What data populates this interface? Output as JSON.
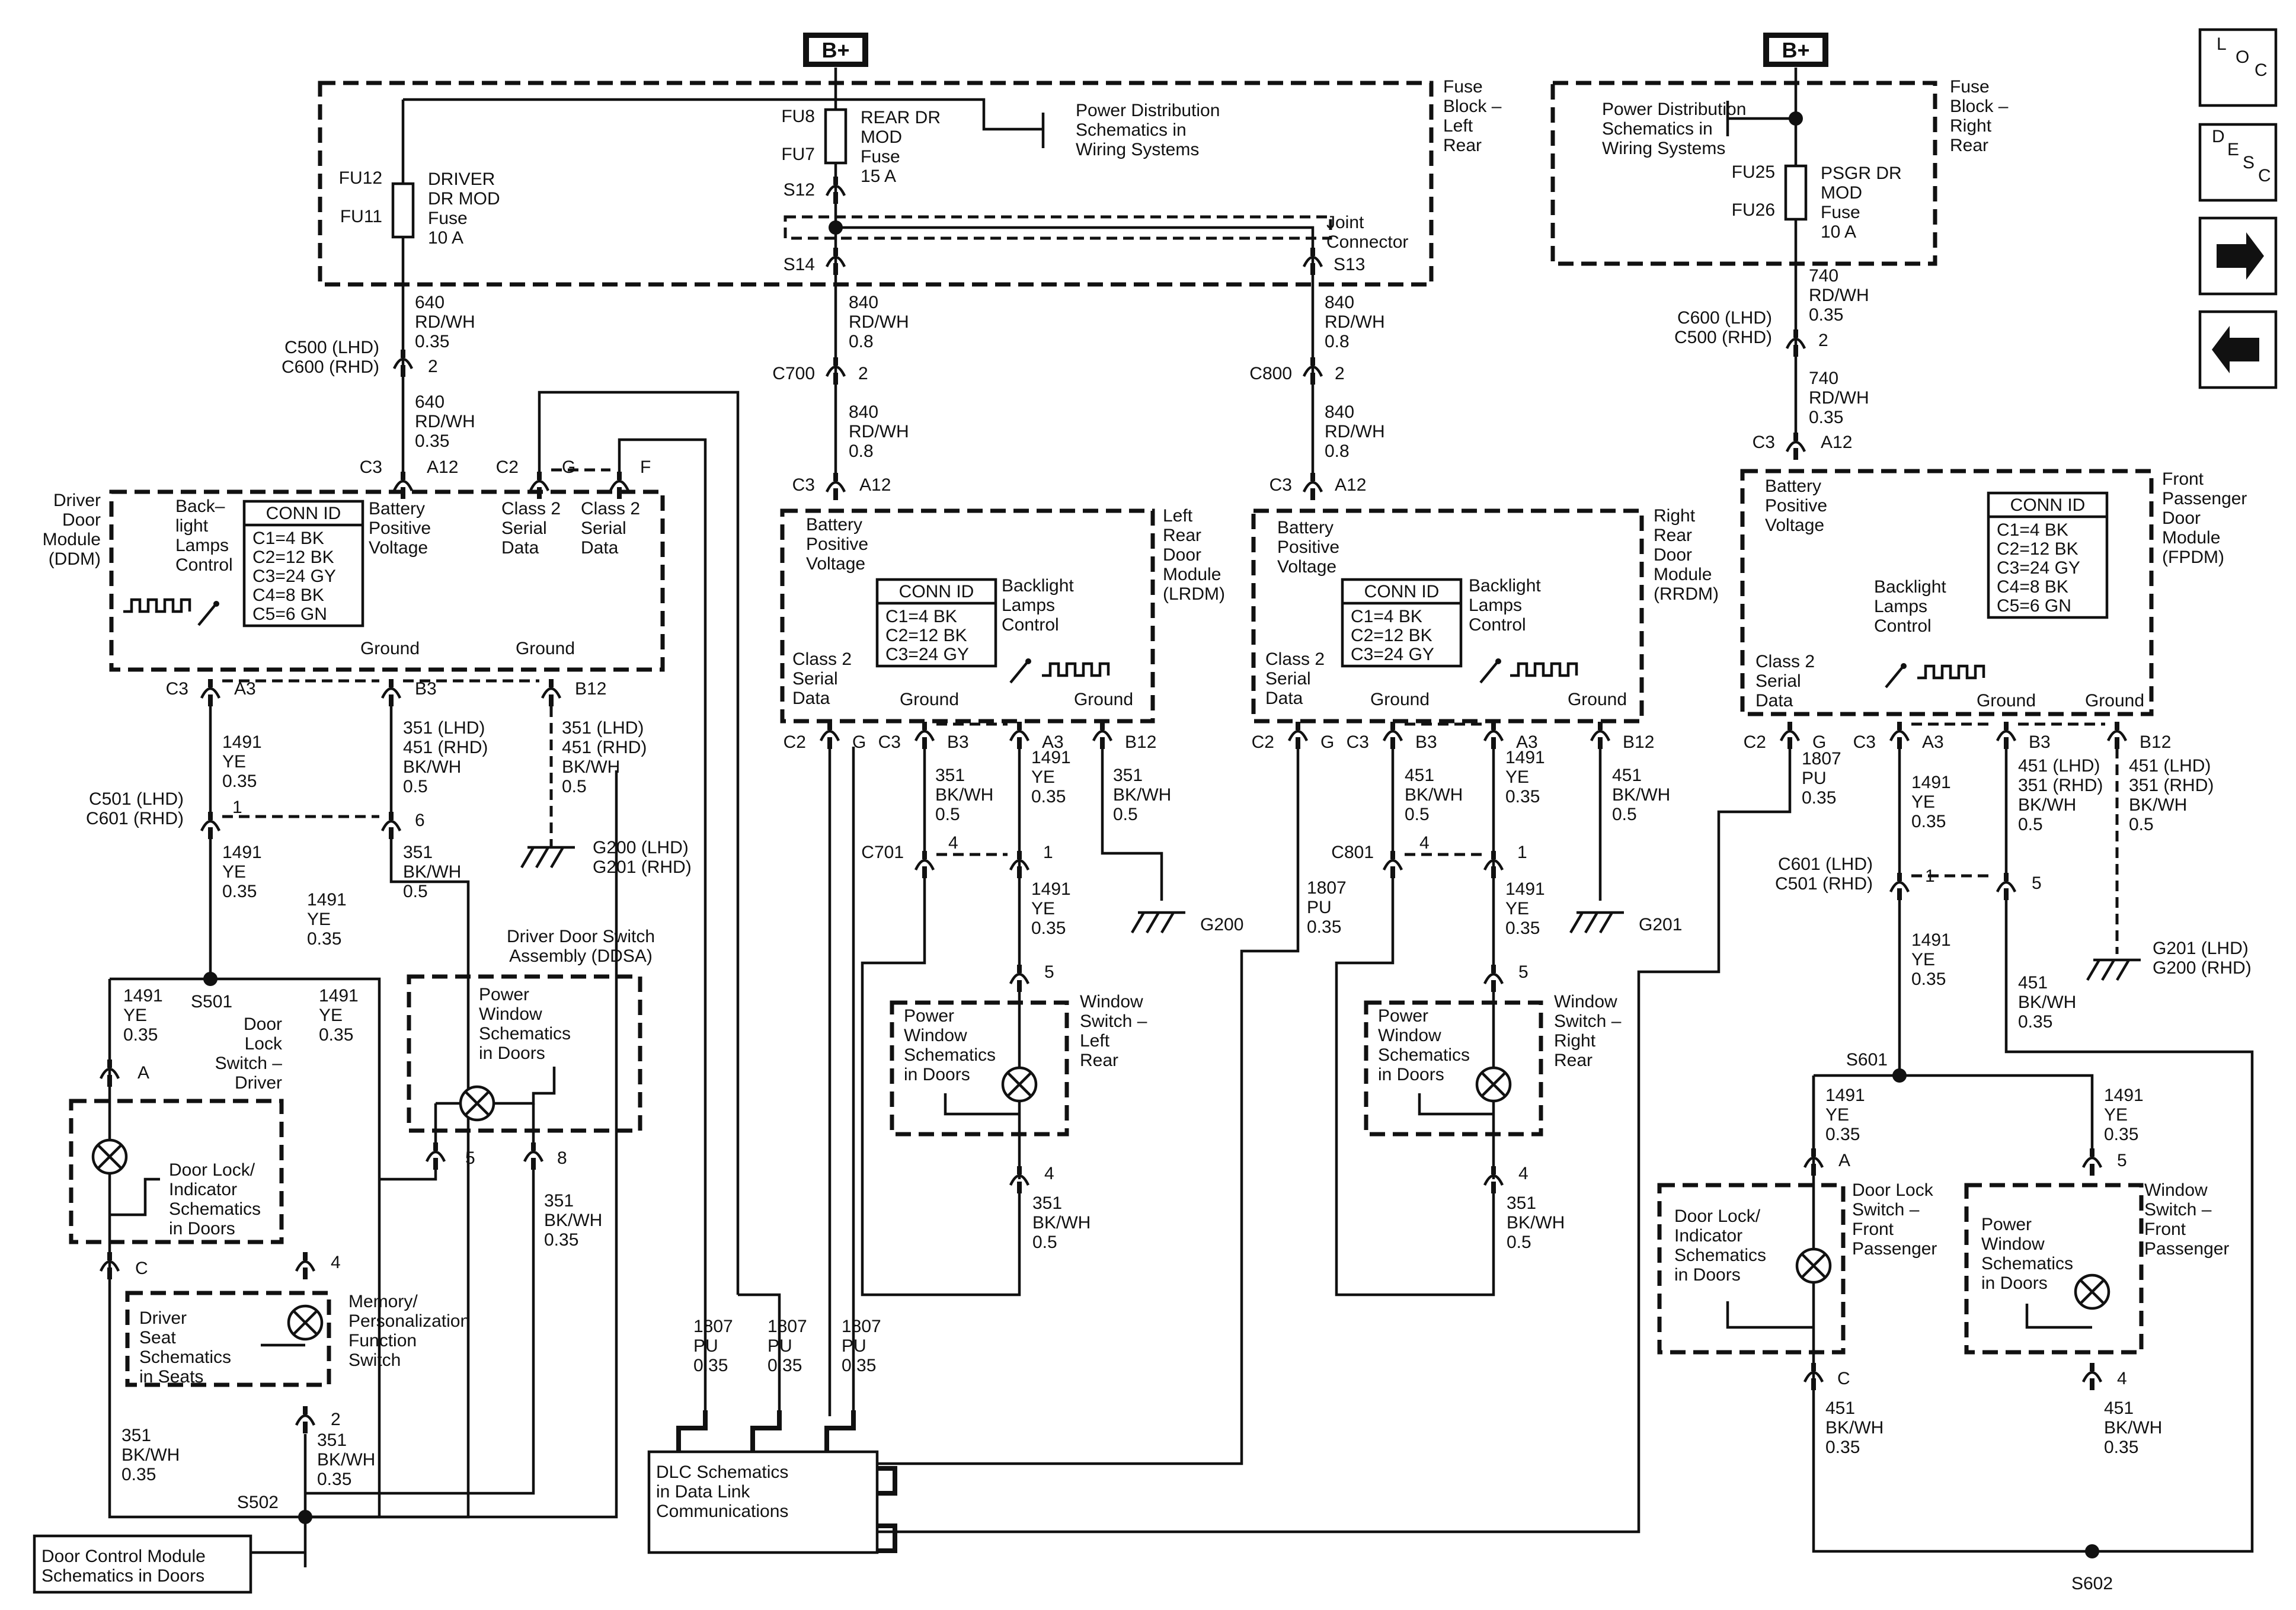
{
  "b_plus": "B+",
  "nav": {
    "loc": [
      "L",
      "O",
      "C"
    ],
    "desc": [
      "D",
      "E",
      "S",
      "C"
    ]
  },
  "fuse_block_lr": [
    "Fuse",
    "Block –",
    "Left",
    "Rear"
  ],
  "fuse_block_rr": [
    "Fuse",
    "Block –",
    "Right",
    "Rear"
  ],
  "power_dist": [
    "Power Distribution",
    "Schematics in",
    "Wiring Systems"
  ],
  "fuse_driver": {
    "ids": [
      "FU12",
      "FU11"
    ],
    "lines": [
      "DRIVER",
      "DR MOD",
      "Fuse",
      "10 A"
    ]
  },
  "fuse_rear": {
    "ids": [
      "FU8",
      "FU7"
    ],
    "lines": [
      "REAR DR",
      "MOD",
      "Fuse",
      "15 A"
    ]
  },
  "fuse_psgr": {
    "ids": [
      "FU25",
      "FU26"
    ],
    "lines": [
      "PSGR DR",
      "MOD",
      "Fuse",
      "10 A"
    ]
  },
  "s12": "S12",
  "s14": "S14",
  "s13": "S13",
  "joint_connector": [
    "Joint",
    "Connector"
  ],
  "wire_640": [
    "640",
    "RD/WH",
    "0.35"
  ],
  "wire_840": [
    "840",
    "RD/WH",
    "0.8"
  ],
  "wire_740": [
    "740",
    "RD/WH",
    "0.35"
  ],
  "c500_lhd": [
    "C500 (LHD)",
    "C600 (RHD)"
  ],
  "c600_lhd": [
    "C600 (LHD)",
    "C500 (RHD)"
  ],
  "c700": "C700",
  "c800": "C800",
  "pin_2": "2",
  "c3": "C3",
  "c2": "C2",
  "a12": "A12",
  "a3": "A3",
  "b3": "B3",
  "b12": "B12",
  "g": "G",
  "f": "F",
  "ddm": {
    "title": [
      "Driver",
      "Door",
      "Module",
      "(DDM)"
    ],
    "backlight": [
      "Back–",
      "light",
      "Lamps",
      "Control"
    ],
    "battery": [
      "Battery",
      "Positive",
      "Voltage"
    ],
    "class2": [
      "Class 2",
      "Serial",
      "Data"
    ],
    "ground": "Ground"
  },
  "conn5": {
    "title": "CONN ID",
    "lines": [
      "C1=4 BK",
      "C2=12 BK",
      "C3=24 GY",
      "C4=8 BK",
      "C5=6 GN"
    ]
  },
  "conn3": {
    "title": "CONN ID",
    "lines": [
      "C1=4 BK",
      "C2=12 BK",
      "C3=24 GY"
    ]
  },
  "lrdm": {
    "title": [
      "Left",
      "Rear",
      "Door",
      "Module",
      "(LRDM)"
    ],
    "battery": [
      "Battery",
      "Positive",
      "Voltage"
    ],
    "backlight": [
      "Backlight",
      "Lamps",
      "Control"
    ],
    "class2": [
      "Class 2",
      "Serial",
      "Data"
    ],
    "ground": "Ground"
  },
  "rrdm": {
    "title": [
      "Right",
      "Rear",
      "Door",
      "Module",
      "(RRDM)"
    ],
    "battery": [
      "Battery",
      "Positive",
      "Voltage"
    ],
    "backlight": [
      "Backlight",
      "Lamps",
      "Control"
    ],
    "class2": [
      "Class 2",
      "Serial",
      "Data"
    ],
    "ground": "Ground"
  },
  "fpdm": {
    "title": [
      "Front",
      "Passenger",
      "Door",
      "Module",
      "(FPDM)"
    ],
    "battery": [
      "Battery",
      "Positive",
      "Voltage"
    ],
    "backlight": [
      "Backlight",
      "Lamps",
      "Control"
    ],
    "class2": [
      "Class 2",
      "Serial",
      "Data"
    ],
    "ground": "Ground"
  },
  "wire_1491_yeg": [
    "1491",
    "YE",
    "0.35"
  ],
  "wire_351_lhd": [
    "351 (LHD)",
    "451 (RHD)",
    "BK/WH",
    "0.5"
  ],
  "wire_451_lhd": [
    "451 (LHD)",
    "351 (RHD)",
    "BK/WH",
    "0.5"
  ],
  "wire_351_bkwh_05": [
    "351",
    "BK/WH",
    "0.5"
  ],
  "wire_451_bkwh_05": [
    "451",
    "BK/WH",
    "0.5"
  ],
  "wire_351_bkwh_035": [
    "351",
    "BK/WH",
    "0.35"
  ],
  "wire_451_bkwh_035": [
    "451",
    "BK/WH",
    "0.35"
  ],
  "wire_1807": [
    "1807",
    "PU",
    "0.35"
  ],
  "c501_lhd": [
    "C501 (LHD)",
    "C601 (RHD)"
  ],
  "c601_lhd": [
    "C601 (LHD)",
    "C501 (RHD)"
  ],
  "c701": "C701",
  "c801": "C801",
  "pin_1": "1",
  "pin_4": "4",
  "pin_5": "5",
  "pin_6": "6",
  "pin_8": "8",
  "pin_a": "A",
  "pin_c": "C",
  "g200_lhd": [
    "G200 (LHD)",
    "G201 (RHD)"
  ],
  "g201_lhd": [
    "G201 (LHD)",
    "G200 (RHD)"
  ],
  "g200": "G200",
  "g201": "G201",
  "s501": "S501",
  "s502": "S502",
  "s601": "S601",
  "s602": "S602",
  "ddsa": [
    "Driver Door Switch",
    "Assembly (DDSA)"
  ],
  "pw_sched": [
    "Power",
    "Window",
    "Schematics",
    "in Doors"
  ],
  "door_lock_driver": [
    "Door",
    "Lock",
    "Switch –",
    "Driver"
  ],
  "door_lock_ind": [
    "Door Lock/",
    "Indicator",
    "Schematics",
    "in Doors"
  ],
  "memory_switch": [
    "Memory/",
    "Personalization",
    "Function",
    "Switch"
  ],
  "driver_seat": [
    "Driver",
    "Seat",
    "Schematics",
    "in Seats"
  ],
  "dcm_sched": [
    "Door Control Module",
    "Schematics in Doors"
  ],
  "dlc_sched": [
    "DLC Schematics",
    "in Data Link",
    "Communications"
  ],
  "win_sw_lr": [
    "Window",
    "Switch –",
    "Left",
    "Rear"
  ],
  "win_sw_rr": [
    "Window",
    "Switch –",
    "Right",
    "Rear"
  ],
  "door_lock_fp": [
    "Door Lock",
    "Switch –",
    "Front",
    "Passenger"
  ],
  "win_sw_fp": [
    "Window",
    "Switch –",
    "Front",
    "Passenger"
  ]
}
